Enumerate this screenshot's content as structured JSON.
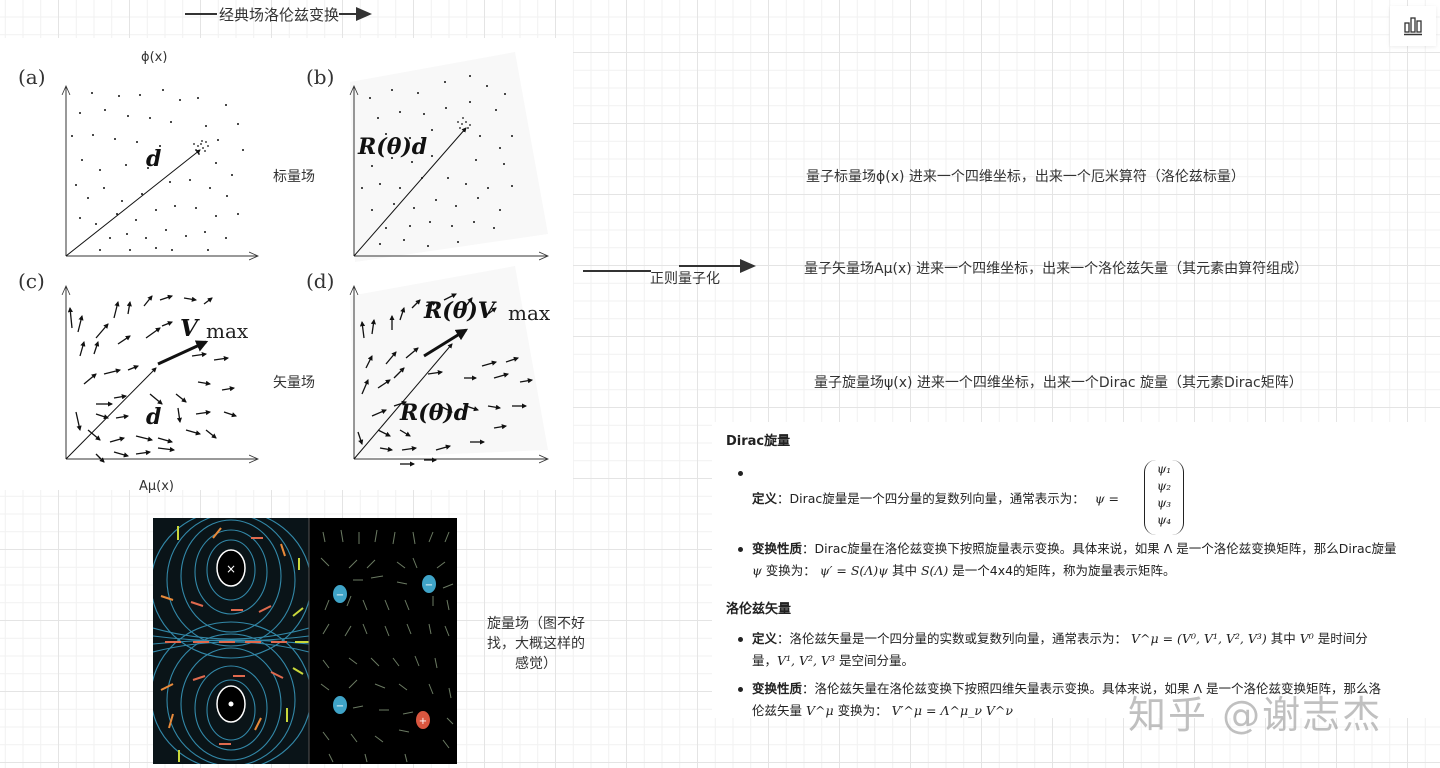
{
  "header": {
    "classical_title": "经典场洛伦兹变换"
  },
  "figure": {
    "scalar_label_top": "ϕ(x)",
    "vector_label_bottom": "Aμ(x)",
    "panels": [
      {
        "tag": "(a)",
        "vector_label": "d"
      },
      {
        "tag": "(b)",
        "vector_label": "R(θ)d"
      },
      {
        "tag": "(c)",
        "vector_label": "d",
        "vmax_label": "V max"
      },
      {
        "tag": "(d)",
        "vector_label": "R(θ)d",
        "vmax_label": "R(θ)V max"
      }
    ],
    "scalar_field_label": "标量场",
    "vector_field_label": "矢量场"
  },
  "quantization": {
    "label": "正则量子化"
  },
  "quantum_fields": [
    {
      "text": "量子标量场ϕ(x)   进来一个四维坐标，出来一个厄米算符（洛伦兹标量）"
    },
    {
      "text": "量子矢量场Aμ(x)  进来一个四维坐标，出来一个洛伦兹矢量（其元素由算符组成）"
    },
    {
      "text": "量子旋量场ψ(x)  进来一个四维坐标，出来一个Dirac 旋量（其元素Dirac矩阵）"
    }
  ],
  "spinor_image": {
    "caption_line1": "旋量场（图不好",
    "caption_line2": "找，大概这样的",
    "caption_line3": "感觉）",
    "charges": [
      "−",
      "−",
      "−",
      "+"
    ]
  },
  "doc": {
    "section1": {
      "title": "Dirac旋量",
      "items": [
        {
          "term": "定义",
          "text": "：Dirac旋量是一个四分量的复数列向量，通常表示为：",
          "math": "ψ =",
          "vector": [
            "ψ₁",
            "ψ₂",
            "ψ₃",
            "ψ₄"
          ]
        },
        {
          "term": "变换性质",
          "text": "：Dirac旋量在洛伦兹变换下按照旋量表示变换。具体来说，如果 Λ 是一个洛伦兹变换矩阵，那么Dirac旋量",
          "line2_math1": "ψ",
          "line2_text1": " 变换为：  ",
          "line2_math2": "ψ′ = S(Λ)ψ",
          "line2_text2": " 其中 ",
          "line2_math3": "S(Λ)",
          "line2_text3": " 是一个4x4的矩阵，称为旋量表示矩阵。"
        }
      ]
    },
    "section2": {
      "title": "洛伦兹矢量",
      "items": [
        {
          "term": "定义",
          "text": "：洛伦兹矢量是一个四分量的实数或复数列向量，通常表示为：  ",
          "math": "V^μ = (V⁰, V¹, V², V³)",
          "text2": " 其中 ",
          "math2": "V⁰",
          "text3": " 是时间分",
          "line2_text1": "量，",
          "line2_math": "V¹, V², V³",
          "line2_text2": " 是空间分量。"
        },
        {
          "term": "变换性质",
          "text": "：洛伦兹矢量在洛伦兹变换下按照四维矢量表示变换。具体来说，如果 Λ 是一个洛伦兹变换矩阵，那么洛",
          "line2_text1": "伦兹矢量 ",
          "line2_math1": "V^μ",
          "line2_text2": " 变换为：  ",
          "line2_math2": "V′^μ = Λ^μ_ν V^ν"
        }
      ]
    }
  },
  "watermark": "知乎 @谢志杰",
  "toolbar": {
    "chart_icon": "bar-chart-icon"
  }
}
